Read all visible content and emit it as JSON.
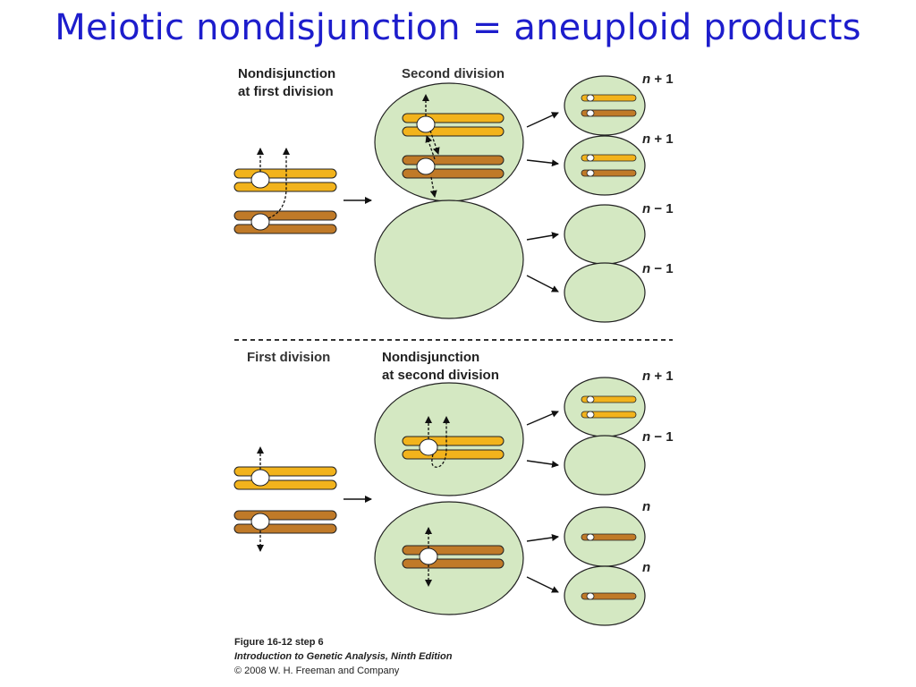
{
  "slide": {
    "title": "Meiotic nondisjunction = aneuploid products"
  },
  "top_panel": {
    "label_line1": "Nondisjunction",
    "label_line2": "at first division",
    "stage_label": "Second division",
    "products": [
      {
        "n": "n",
        "suffix": " + 1"
      },
      {
        "n": "n",
        "suffix": " + 1"
      },
      {
        "n": "n",
        "suffix": " − 1"
      },
      {
        "n": "n",
        "suffix": " − 1"
      }
    ]
  },
  "bottom_panel": {
    "stage_label": "First division",
    "label_line1": "Nondisjunction",
    "label_line2": "at second division",
    "products": [
      {
        "n": "n",
        "suffix": " + 1"
      },
      {
        "n": "n",
        "suffix": " − 1"
      },
      {
        "n": "n",
        "suffix": ""
      },
      {
        "n": "n",
        "suffix": ""
      }
    ]
  },
  "caption": {
    "figure": "Figure 16-12 step 6",
    "book": "Introduction to Genetic Analysis, Ninth Edition",
    "copyright": "© 2008 W. H. Freeman and Company"
  },
  "colors": {
    "title": "#1d1dcc",
    "cell_fill": "#d4e8c2",
    "chromosome_yellow": "#f2b31c",
    "chromosome_brown": "#c07a28",
    "outline": "#222222"
  }
}
